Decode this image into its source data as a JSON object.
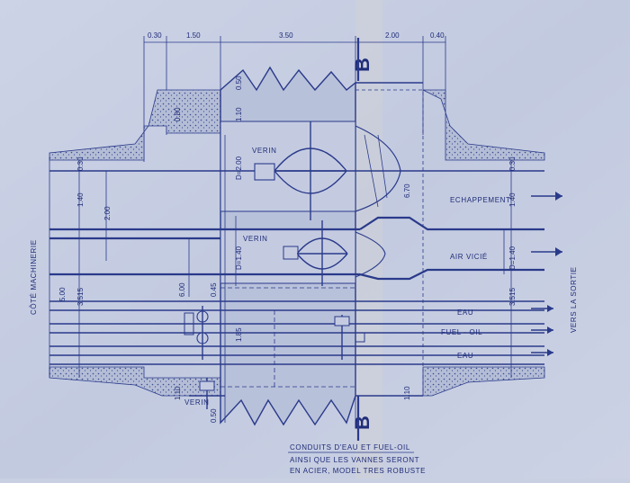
{
  "dimensions_top": [
    "0.30",
    "1.50",
    "3.50",
    "2.00",
    "0.40"
  ],
  "section_marker": "B",
  "labels": {
    "verin_upper": "VERIN",
    "verin_middle": "VERIN",
    "verin_lower": "VERIN",
    "echappement": "ECHAPPEMENT",
    "air_vicie": "AIR VICIÉ",
    "eau_top": "EAU",
    "fuel_oil": "FUEL - OIL",
    "eau_bottom": "EAU",
    "cote_machinerie": "CÔTÉ MACHINERIE",
    "vers_la_sortie": "VERS LA SORTIE"
  },
  "dims_vertical": {
    "d_200": "D=2.00",
    "d_140": "D=1.40",
    "d_140_right": "D=1.40",
    "v_670": "6.70",
    "v_600": "6.00",
    "v_200": "2.00",
    "v_140": "1.40",
    "v_140_right": "1.40",
    "v_500": "5.00",
    "v_3515": "3.515",
    "v_3515_right": "3.515",
    "v_110_top": "1.10",
    "v_110_left": "1.10",
    "v_110_right": "1.10",
    "v_185": "1.85",
    "v_030_left": "0.30",
    "v_030_right": "0.30",
    "v_050_top": "0.50",
    "v_080": "0.80",
    "v_045": "0.45",
    "v_050_bottom": "0.50"
  },
  "caption": {
    "line1": "CONDUITS D'EAU ET FUEL-OIL",
    "line2": "AINSI QUE LES VANNES SERONT",
    "line3": "EN ACIER, MODEL TRES ROBUSTE"
  }
}
